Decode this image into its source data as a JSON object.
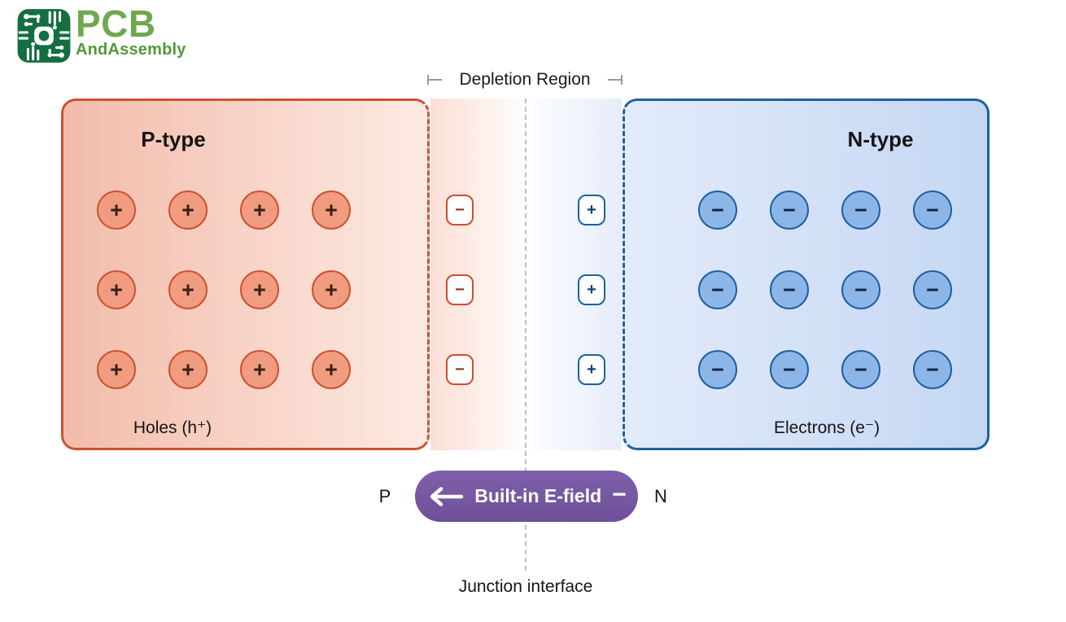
{
  "theme": {
    "p_accent": "#cb5233",
    "p_carrier_fill": "#f19c80",
    "p_box_start": "#f2bcaa",
    "p_box_end": "#fdeae3",
    "n_accent": "#1f5fa1",
    "n_carrier_fill": "#8db6e8",
    "n_box_start": "#e3ebfa",
    "n_box_end": "#c4d7f3",
    "efield_fill": "#76589f",
    "logo_dark_green": "#136e41",
    "logo_green": "#6fa84e",
    "logo_sub_green": "#4f9a39",
    "text": "#151515",
    "muted": "#9a9a9a"
  },
  "logo": {
    "brand": "PCB",
    "subtitle": "AndAssembly",
    "icon": "pcb-circuit-icon"
  },
  "depletion_header": {
    "label": "Depletion Region"
  },
  "p_region": {
    "title": "P-type",
    "carrier_sign": "+",
    "carrier_rows": 3,
    "carrier_cols": 4,
    "carrier_count": 12,
    "label": "Holes (h⁺)"
  },
  "n_region": {
    "title": "N-type",
    "carrier_sign": "−",
    "carrier_rows": 3,
    "carrier_cols": 4,
    "carrier_count": 12,
    "label": "Electrons (e⁻)"
  },
  "depletion_region": {
    "acceptor_ion_sign": "−",
    "acceptor_ion_count": 3,
    "donor_ion_sign": "+",
    "donor_ion_count": 3
  },
  "efield": {
    "label": "Built-in E-field",
    "direction": "left",
    "polarity_sign": "−",
    "left_terminal": "P",
    "right_terminal": "N"
  },
  "junction": {
    "label": "Junction interface"
  }
}
